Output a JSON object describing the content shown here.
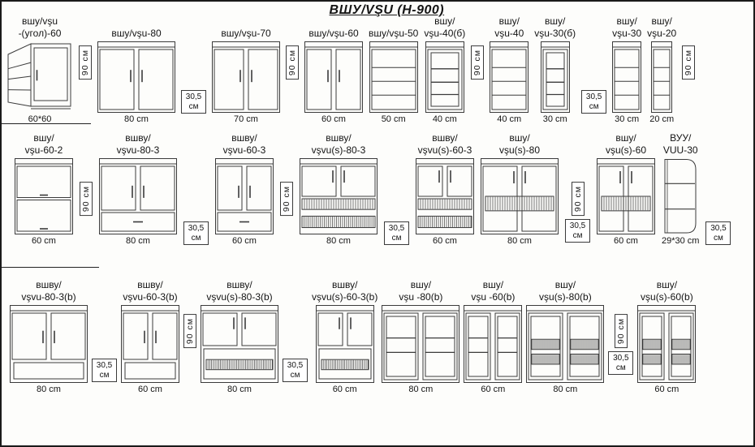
{
  "title": "ВШУ/VŞU  (Н-900)",
  "rows": [
    {
      "items": [
        {
          "kind": "cabinet",
          "type": "corner60",
          "width_cm": 60,
          "label_lines": [
            "вшу/vşu",
            "-(угол)-60"
          ],
          "size": "60*60"
        },
        {
          "kind": "vlabel",
          "text": "90 см"
        },
        {
          "kind": "cabinet",
          "type": "doors2",
          "width_cm": 80,
          "label_lines": [
            "вшу/vşu-80"
          ],
          "size": "80 cm"
        },
        {
          "kind": "slabel",
          "text": "30,5 см"
        },
        {
          "kind": "cabinet",
          "type": "doors2",
          "width_cm": 70,
          "label_lines": [
            "вшу/vşu-70"
          ],
          "size": "70 cm"
        },
        {
          "kind": "vlabel",
          "text": "90 см"
        },
        {
          "kind": "cabinet",
          "type": "doors2",
          "width_cm": 60,
          "label_lines": [
            "вшу/vşu-60"
          ],
          "size": "60 cm"
        },
        {
          "kind": "cabinet",
          "type": "open3",
          "width_cm": 50,
          "label_lines": [
            "вшу/vşu-50"
          ],
          "size": "50 cm"
        },
        {
          "kind": "cabinet",
          "type": "glass1",
          "width_cm": 40,
          "label_lines": [
            "вшу/",
            "vşu-40(б)"
          ],
          "size": "40 cm"
        },
        {
          "kind": "vlabel",
          "text": "90 см"
        },
        {
          "kind": "cabinet",
          "type": "open3",
          "width_cm": 40,
          "label_lines": [
            "вшу/",
            "vşu-40"
          ],
          "size": "40 cm"
        },
        {
          "kind": "cabinet",
          "type": "glass1",
          "width_cm": 30,
          "label_lines": [
            "вшу/",
            "vşu-30(б)"
          ],
          "size": "30 cm"
        },
        {
          "kind": "slabel",
          "text": "30,5 см"
        },
        {
          "kind": "cabinet",
          "type": "open3",
          "width_cm": 30,
          "label_lines": [
            "вшу/",
            "vşu-30"
          ],
          "size": "30 cm"
        },
        {
          "kind": "cabinet",
          "type": "open3",
          "width_cm": 20,
          "label_lines": [
            "вшу/",
            "vşu-20"
          ],
          "size": "20 cm"
        },
        {
          "kind": "vlabel",
          "text": "90 см"
        }
      ]
    },
    {
      "items": [
        {
          "kind": "cabinet",
          "type": "flap2",
          "width_cm": 60,
          "label_lines": [
            "вшу/",
            "vşu-60-2"
          ],
          "size": "60 cm"
        },
        {
          "kind": "vlabel",
          "text": "90 см"
        },
        {
          "kind": "cabinet",
          "type": "doors2drawer",
          "width_cm": 80,
          "label_lines": [
            "вшву/",
            "vşvu-80-3"
          ],
          "size": "80 cm"
        },
        {
          "kind": "slabel",
          "text": "30,5 см"
        },
        {
          "kind": "cabinet",
          "type": "doors2drawer",
          "width_cm": 60,
          "label_lines": [
            "вшву/",
            "vşvu-60-3"
          ],
          "size": "60 cm"
        },
        {
          "kind": "vlabel",
          "text": "90 см"
        },
        {
          "kind": "cabinet",
          "type": "rack3",
          "width_cm": 80,
          "label_lines": [
            "вшву/",
            "vşvu(s)-80-3"
          ],
          "size": "80 cm"
        },
        {
          "kind": "slabel",
          "text": "30,5 см"
        },
        {
          "kind": "cabinet",
          "type": "rack3",
          "width_cm": 60,
          "label_lines": [
            "вшву/",
            "vşvu(s)-60-3"
          ],
          "size": "60 cm"
        },
        {
          "kind": "cabinet",
          "type": "rack2",
          "width_cm": 80,
          "label_lines": [
            "вшу/",
            "vşu(s)-80"
          ],
          "size": "80 cm"
        },
        {
          "kind": "stack",
          "vtext": "90 см",
          "stext": "30,5 см"
        },
        {
          "kind": "cabinet",
          "type": "rack2",
          "width_cm": 60,
          "label_lines": [
            "вшу/",
            "vşu(s)-60"
          ],
          "size": "60 cm"
        },
        {
          "kind": "cabinet",
          "type": "cornerOpen",
          "width_cm": 30,
          "label_lines": [
            "ВУУ/",
            "VUU-30"
          ],
          "size": "29*30 cm"
        },
        {
          "kind": "slabel",
          "text": "30,5 см"
        }
      ]
    },
    {
      "items": [
        {
          "kind": "cabinet",
          "type": "niche2",
          "width_cm": 80,
          "label_lines": [
            "вшву/",
            "vşvu-80-3(b)"
          ],
          "size": "80 cm"
        },
        {
          "kind": "slabel",
          "text": "30,5 см"
        },
        {
          "kind": "cabinet",
          "type": "niche2",
          "width_cm": 60,
          "label_lines": [
            "вшву/",
            "vşvu-60-3(b)"
          ],
          "size": "60 cm"
        },
        {
          "kind": "vlabel",
          "text": "90 см"
        },
        {
          "kind": "cabinet",
          "type": "rackNiche",
          "width_cm": 80,
          "label_lines": [
            "вшву/",
            "vşvu(s)-80-3(b)"
          ],
          "size": "80 cm"
        },
        {
          "kind": "slabel",
          "text": "30,5 см"
        },
        {
          "kind": "cabinet",
          "type": "rackNiche",
          "width_cm": 60,
          "label_lines": [
            "вшву/",
            "vşvu(s)-60-3(b)"
          ],
          "size": "60 cm"
        },
        {
          "kind": "cabinet",
          "type": "glass2",
          "width_cm": 80,
          "label_lines": [
            "вшу/",
            "vşu -80(b)"
          ],
          "size": "80 cm"
        },
        {
          "kind": "cabinet",
          "type": "glass2",
          "width_cm": 60,
          "label_lines": [
            "вшу/",
            "vşu -60(b)"
          ],
          "size": "60 cm"
        },
        {
          "kind": "cabinet",
          "type": "glassRack2",
          "width_cm": 80,
          "label_lines": [
            "вшу/",
            "vşu(s)-80(b)"
          ],
          "size": "80 cm"
        },
        {
          "kind": "stack",
          "vtext": "90 см",
          "stext": "30,5 см"
        },
        {
          "kind": "cabinet",
          "type": "glassRack2",
          "width_cm": 60,
          "label_lines": [
            "вшу/",
            "vşu(s)-60(b)"
          ],
          "size": "60 cm"
        }
      ]
    }
  ]
}
